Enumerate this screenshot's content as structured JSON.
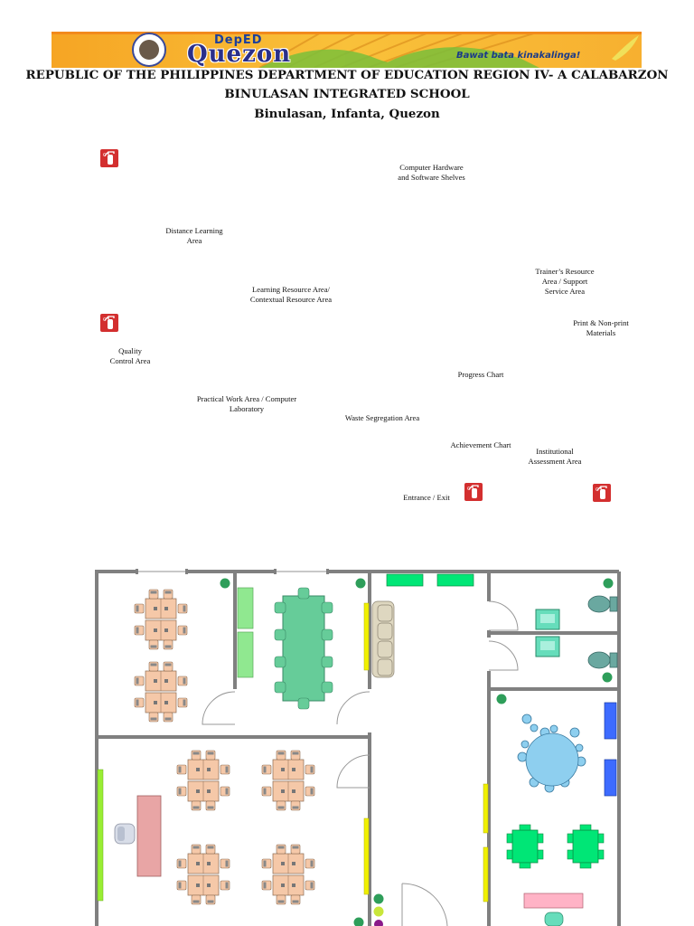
{
  "banner": {
    "deped": "DepED",
    "quezon": "Quezon",
    "motto": "Bawat bata kinakalinga!"
  },
  "header": {
    "line1": "REPUBLIC OF THE PHILIPPINES DEPARTMENT OF EDUCATION REGION IV- A CALABARZON",
    "line2": "BINULASAN INTEGRATED SCHOOL",
    "line3": "Binulasan, Infanta, Quezon"
  },
  "legend": {
    "computer_hardware": "Computer Hardware\nand Software Shelves",
    "distance_learning": "Distance Learning\nArea",
    "trainers_resource": "Trainer’s Resource\nArea / Support\nService Area",
    "learning_resource": "Learning Resource Area/\nContextual Resource Area",
    "print_materials": "Print & Non-print\nMaterials",
    "quality_control": "Quality\nControl Area",
    "progress_chart": "Progress Chart",
    "practical_work": "Practical Work Area / Computer\nLaboratory",
    "waste_segregation": "Waste Segregation Area",
    "achievement_chart": "Achievement Chart",
    "institutional_assessment": "Institutional\nAssessment Area",
    "entrance_exit": "Entrance / Exit"
  },
  "colors": {
    "wall": "#808080",
    "table_pink": "#f5c8a8",
    "table_green": "#66cc99",
    "shelf_green": "#00e676",
    "shelf_yellow": "#f0f000",
    "board_blue": "#3d6bff",
    "round_table": "#8ecfef",
    "desk_pink": "#e8a5a5",
    "extinguisher": "#d32f2f"
  },
  "icons": [
    "fire-extinguisher-icon",
    "chair-icon",
    "toilet-icon",
    "sink-icon",
    "sofa-icon",
    "door-icon",
    "bin-icon"
  ]
}
